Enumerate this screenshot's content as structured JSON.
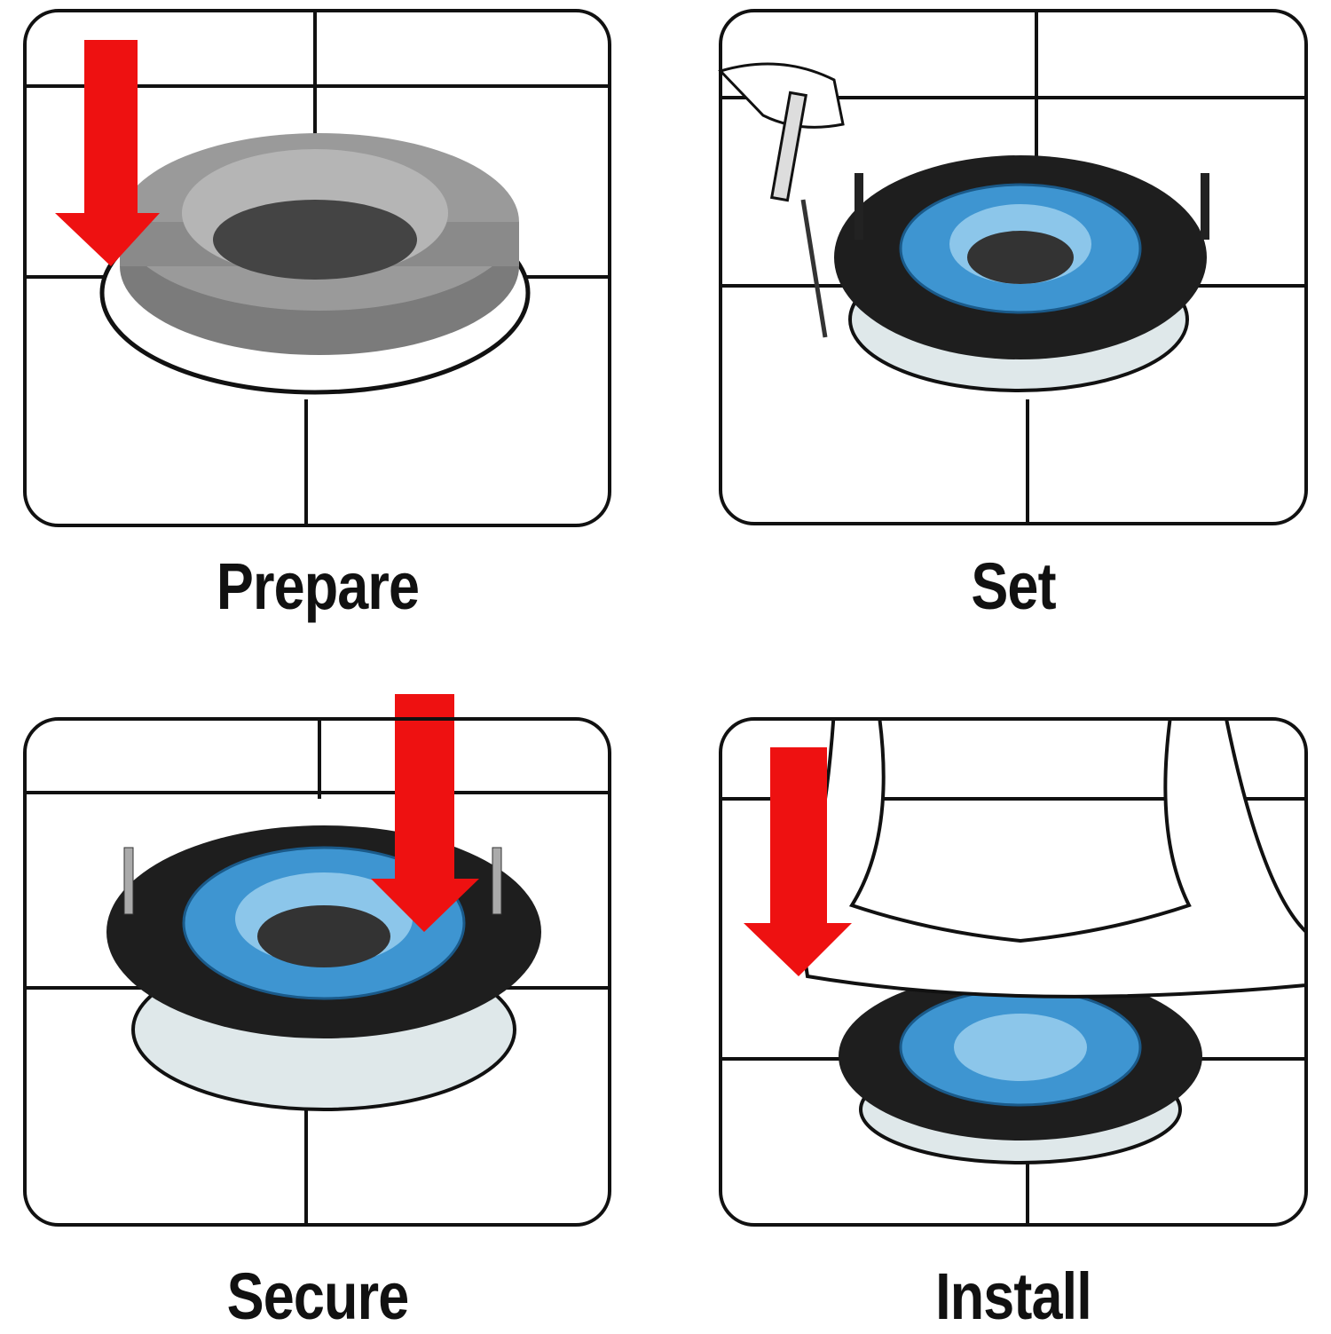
{
  "steps": [
    {
      "label": "Prepare"
    },
    {
      "label": "Set"
    },
    {
      "label": "Secure"
    },
    {
      "label": "Install"
    }
  ],
  "colors": {
    "arrow": "#ee1111",
    "wax_ring": "#8c8c8c",
    "seal_blue": "#3e95d1",
    "flange": "#1e1e1e",
    "tile_line": "#111111"
  }
}
